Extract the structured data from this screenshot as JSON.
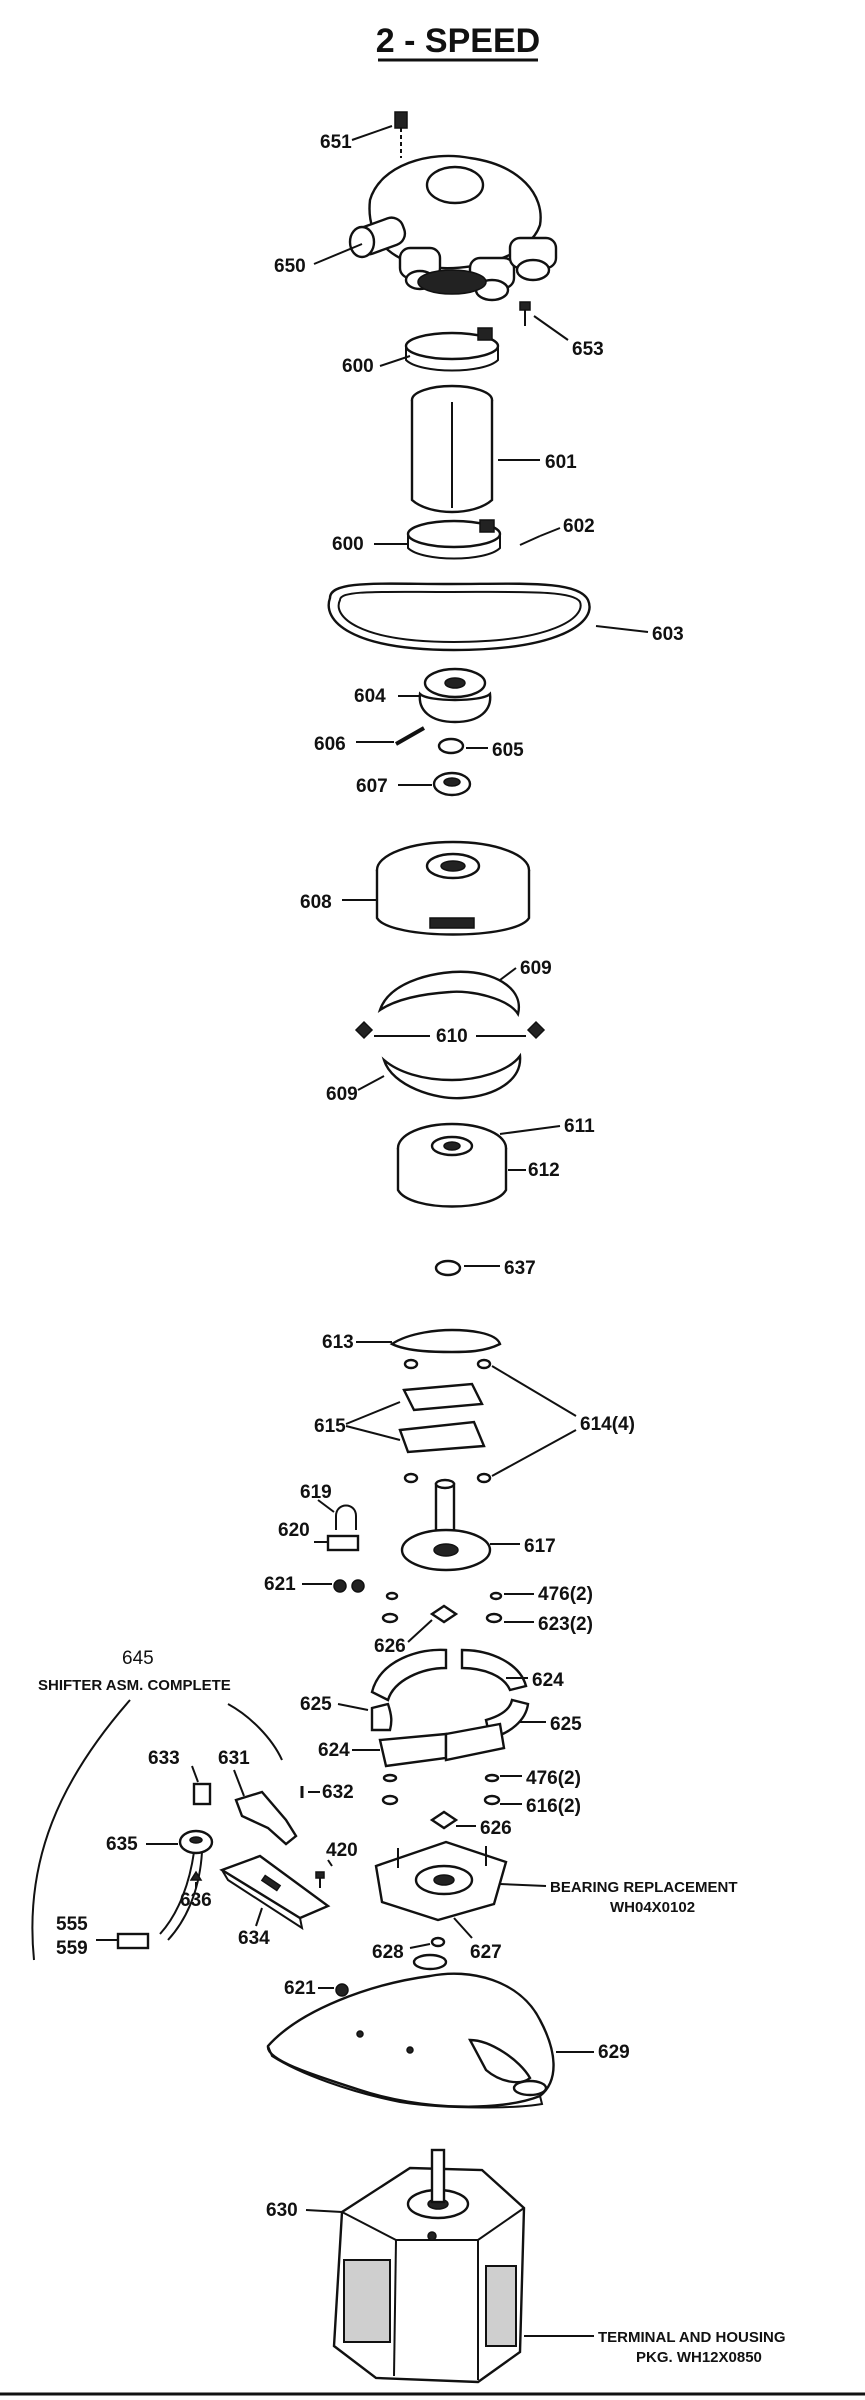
{
  "title": "2 - SPEED",
  "labels": {
    "p651": "651",
    "p650": "650",
    "p653": "653",
    "p600a": "600",
    "p601": "601",
    "p600b": "600",
    "p602": "602",
    "p603": "603",
    "p604": "604",
    "p606": "606",
    "p605": "605",
    "p607": "607",
    "p608": "608",
    "p609a": "609",
    "p610": "610",
    "p609b": "609",
    "p611": "611",
    "p612": "612",
    "p637": "637",
    "p613": "613",
    "p615": "615",
    "p614": "614(4)",
    "p619": "619",
    "p620": "620",
    "p617": "617",
    "p621a": "621",
    "p476a": "476(2)",
    "p623": "623(2)",
    "p626a": "626",
    "p624a": "624",
    "p625a": "625",
    "p625b": "625",
    "p624b": "624",
    "p476b": "476(2)",
    "p632": "632",
    "p616": "616(2)",
    "p626b": "626",
    "p645": "645",
    "p633": "633",
    "p631": "631",
    "p635": "635",
    "p420": "420",
    "p636": "636",
    "p634": "634",
    "p555": "555",
    "p559": "559",
    "p628": "628",
    "p627": "627",
    "p621b": "621",
    "p629": "629",
    "p630": "630"
  },
  "notes": {
    "shifter": "SHIFTER ASM. COMPLETE",
    "bearing_line1": "BEARING REPLACEMENT",
    "bearing_line2": "WH04X0102",
    "terminal_line1": "TERMINAL AND HOUSING",
    "terminal_line2": "PKG. WH12X0850"
  }
}
